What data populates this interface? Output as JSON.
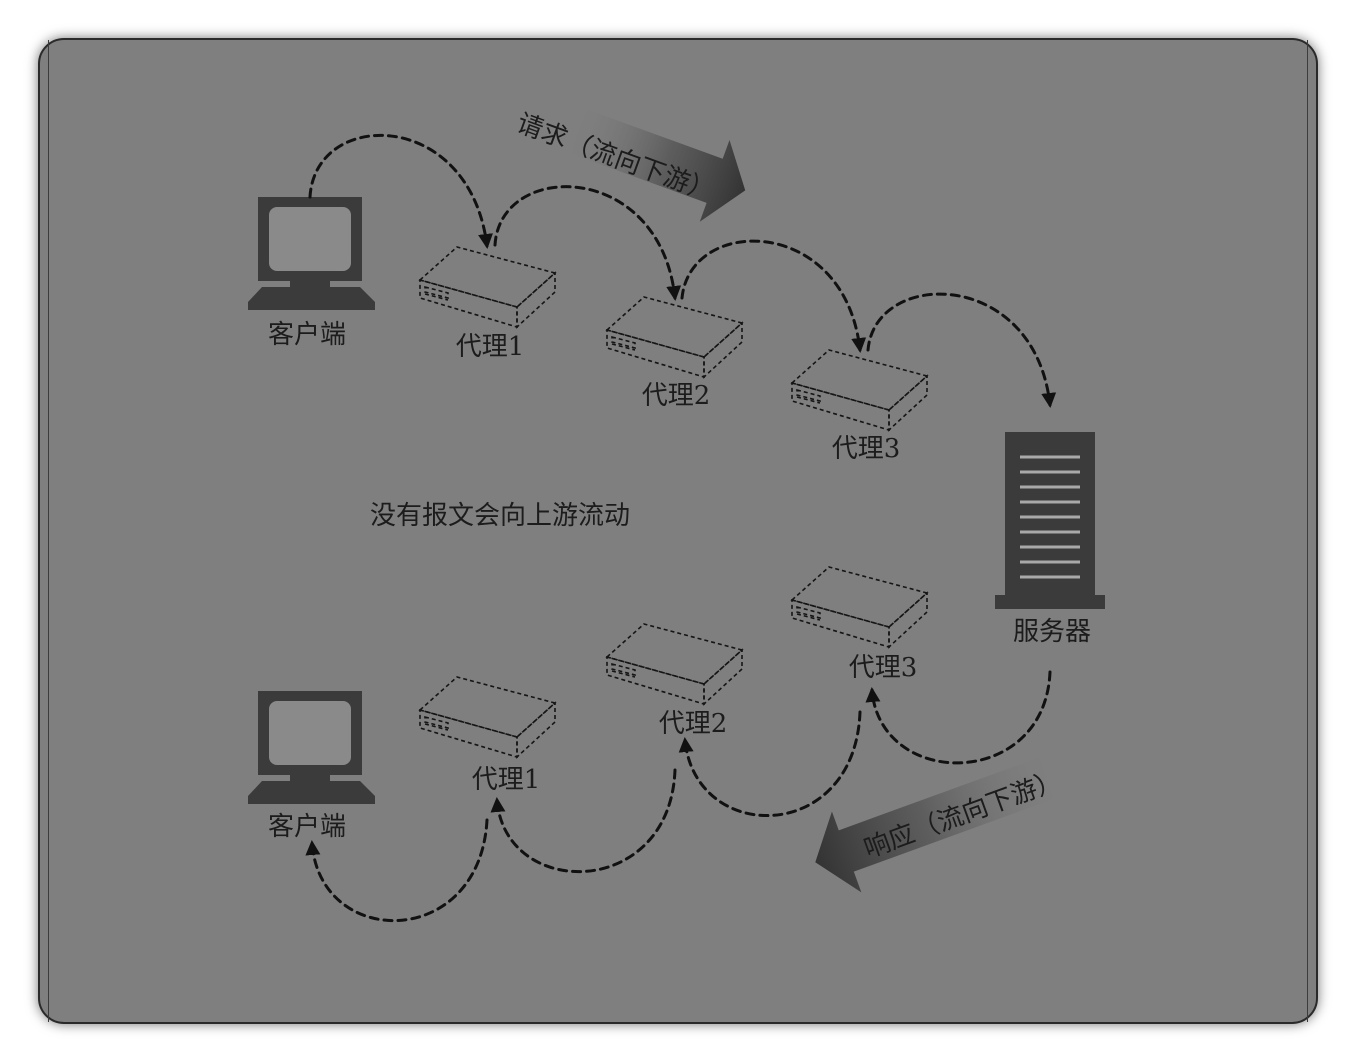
{
  "request_flow": {
    "label": "请求（流向下游）",
    "client_label": "客户端",
    "proxies": [
      "代理1",
      "代理2",
      "代理3"
    ]
  },
  "server": {
    "label": "服务器"
  },
  "note": "没有报文会向上游流动",
  "response_flow": {
    "label": "响应（流向下游）",
    "client_label": "客户端",
    "proxies": [
      "代理1",
      "代理2",
      "代理3"
    ]
  },
  "icons": {
    "client": "computer-icon",
    "proxy": "proxy-box-icon",
    "server": "server-icon"
  },
  "colors": {
    "background": "#7f7f7f",
    "icon": "#3b3b3b",
    "line": "#111111"
  }
}
